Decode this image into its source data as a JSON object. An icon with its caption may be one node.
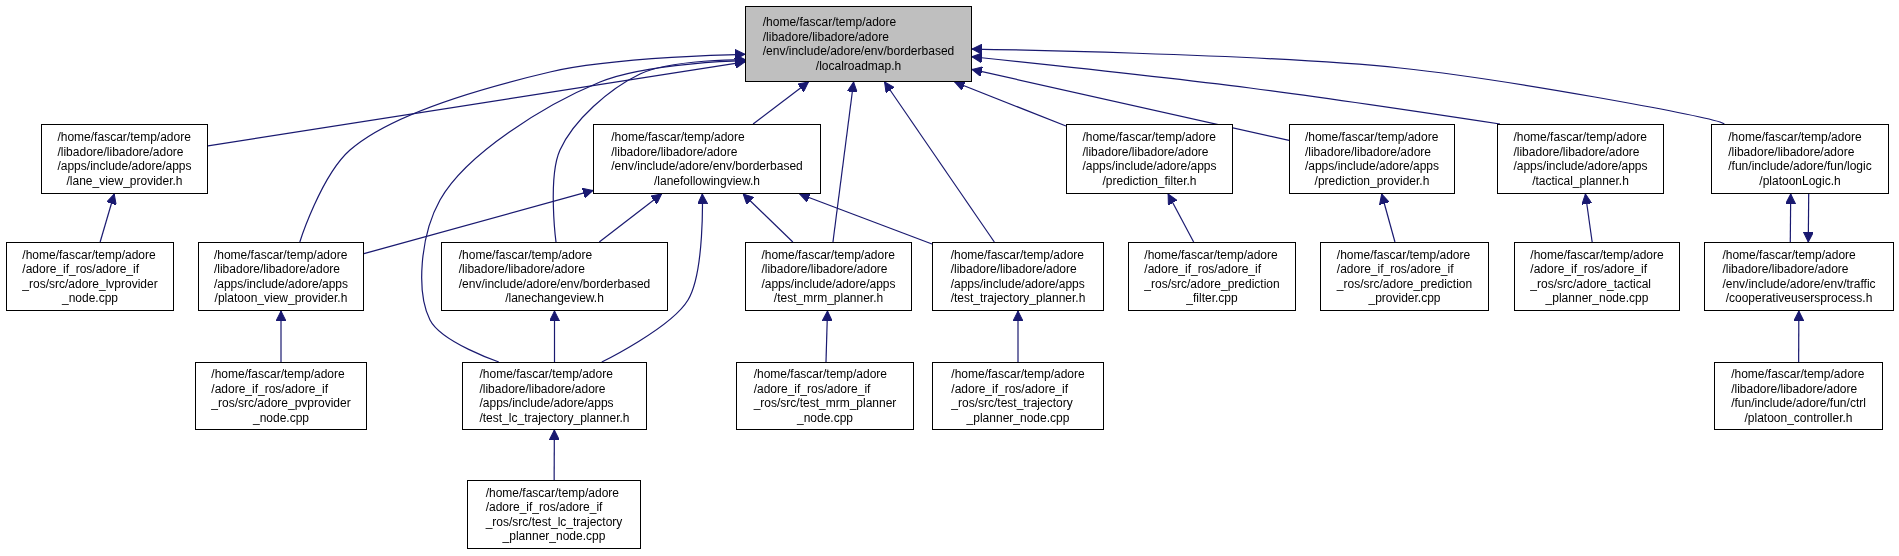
{
  "diagram": {
    "nodes": [
      {
        "text": [
          "/home/fascar/temp/adore /libadore/libadore/adore /env/include/adore/env/borderbased /localroadmap.h"
        ]
      },
      {
        "text": [
          "/home/fascar/temp/adore /libadore/libadore/adore /apps/include/adore/apps /lane_view_provider.h"
        ]
      },
      {
        "text": [
          "/home/fascar/temp/adore /libadore/libadore/adore /env/include/adore/env/borderbased /lanefollowingview.h"
        ]
      },
      {
        "text": [
          "/home/fascar/temp/adore /libadore/libadore/adore /apps/include/adore/apps /prediction_filter.h"
        ]
      },
      {
        "text": [
          "/home/fascar/temp/adore /libadore/libadore/adore /apps/include/adore/apps /prediction_provider.h"
        ]
      },
      {
        "text": [
          "/home/fascar/temp/adore /libadore/libadore/adore /apps/include/adore/apps /tactical_planner.h"
        ]
      },
      {
        "text": [
          "/home/fascar/temp/adore /libadore/libadore/adore /fun/include/adore/fun/logic /platoonLogic.h"
        ]
      },
      {
        "text": [
          "/home/fascar/temp/adore /adore_if_ros/adore_if _ros/src/adore_lvprovider _node.cpp"
        ]
      },
      {
        "text": [
          "/home/fascar/temp/adore /libadore/libadore/adore /apps/include/adore/apps /platoon_view_provider.h"
        ]
      },
      {
        "text": [
          "/home/fascar/temp/adore /libadore/libadore/adore /env/include/adore/env/borderbased /lanechangeview.h"
        ]
      },
      {
        "text": [
          "/home/fascar/temp/adore /libadore/libadore/adore /apps/include/adore/apps /test_mrm_planner.h"
        ]
      },
      {
        "text": [
          "/home/fascar/temp/adore /libadore/libadore/adore /apps/include/adore/apps /test_trajectory_planner.h"
        ]
      },
      {
        "text": [
          "/home/fascar/temp/adore /adore_if_ros/adore_if _ros/src/adore_prediction _filter.cpp"
        ]
      },
      {
        "text": [
          "/home/fascar/temp/adore /adore_if_ros/adore_if _ros/src/adore_prediction _provider.cpp"
        ]
      },
      {
        "text": [
          "/home/fascar/temp/adore /adore_if_ros/adore_if _ros/src/adore_tactical _planner_node.cpp"
        ]
      },
      {
        "text": [
          "/home/fascar/temp/adore /libadore/libadore/adore /env/include/adore/env/traffic /cooperativeusersprocess.h"
        ]
      },
      {
        "text": [
          "/home/fascar/temp/adore /adore_if_ros/adore_if _ros/src/adore_pvprovider _node.cpp"
        ]
      },
      {
        "text": [
          "/home/fascar/temp/adore /libadore/libadore/adore /apps/include/adore/apps /test_lc_trajectory_planner.h"
        ]
      },
      {
        "text": [
          "/home/fascar/temp/adore /adore_if_ros/adore_if _ros/src/test_mrm_planner _node.cpp"
        ]
      },
      {
        "text": [
          "/home/fascar/temp/adore /adore_if_ros/adore_if _ros/src/test_trajectory _planner_node.cpp"
        ]
      },
      {
        "text": [
          "/home/fascar/temp/adore /libadore/libadore/adore /fun/include/adore/fun/ctrl /platoon_controller.h"
        ]
      },
      {
        "text": [
          "/home/fascar/temp/adore /adore_if_ros/adore_if _ros/src/test_lc_trajectory _planner_node.cpp"
        ]
      }
    ],
    "edges": [
      {
        "from": 1,
        "to": 0,
        "arrow": "to"
      },
      {
        "from": 2,
        "to": 0,
        "arrow": "to"
      },
      {
        "from": 3,
        "to": 0,
        "arrow": "to"
      },
      {
        "from": 4,
        "to": 0,
        "arrow": "to"
      },
      {
        "from": 5,
        "to": 0,
        "arrow": "to"
      },
      {
        "from": 6,
        "to": 0,
        "arrow": "to"
      },
      {
        "from": 8,
        "to": 0,
        "arrow": "to"
      },
      {
        "from": 9,
        "to": 0,
        "arrow": "to"
      },
      {
        "from": 10,
        "to": 0,
        "arrow": "to"
      },
      {
        "from": 11,
        "to": 0,
        "arrow": "to"
      },
      {
        "from": 17,
        "to": 0,
        "arrow": "to"
      },
      {
        "from": 7,
        "to": 1,
        "arrow": "to"
      },
      {
        "from": 8,
        "to": 2,
        "arrow": "to"
      },
      {
        "from": 9,
        "to": 2,
        "arrow": "to"
      },
      {
        "from": 10,
        "to": 2,
        "arrow": "to"
      },
      {
        "from": 11,
        "to": 2,
        "arrow": "to"
      },
      {
        "from": 17,
        "to": 2,
        "arrow": "to"
      },
      {
        "from": 17,
        "to": 9,
        "arrow": "to"
      },
      {
        "from": 16,
        "to": 8,
        "arrow": "to"
      },
      {
        "from": 18,
        "to": 10,
        "arrow": "to"
      },
      {
        "from": 19,
        "to": 11,
        "arrow": "to"
      },
      {
        "from": 12,
        "to": 3,
        "arrow": "to"
      },
      {
        "from": 13,
        "to": 4,
        "arrow": "to"
      },
      {
        "from": 14,
        "to": 5,
        "arrow": "to"
      },
      {
        "from": 15,
        "to": 6,
        "arrow": "to"
      },
      {
        "from": 6,
        "to": 15,
        "arrow": "to"
      },
      {
        "from": 20,
        "to": 15,
        "arrow": "to"
      },
      {
        "from": 21,
        "to": 17,
        "arrow": "to"
      }
    ]
  }
}
